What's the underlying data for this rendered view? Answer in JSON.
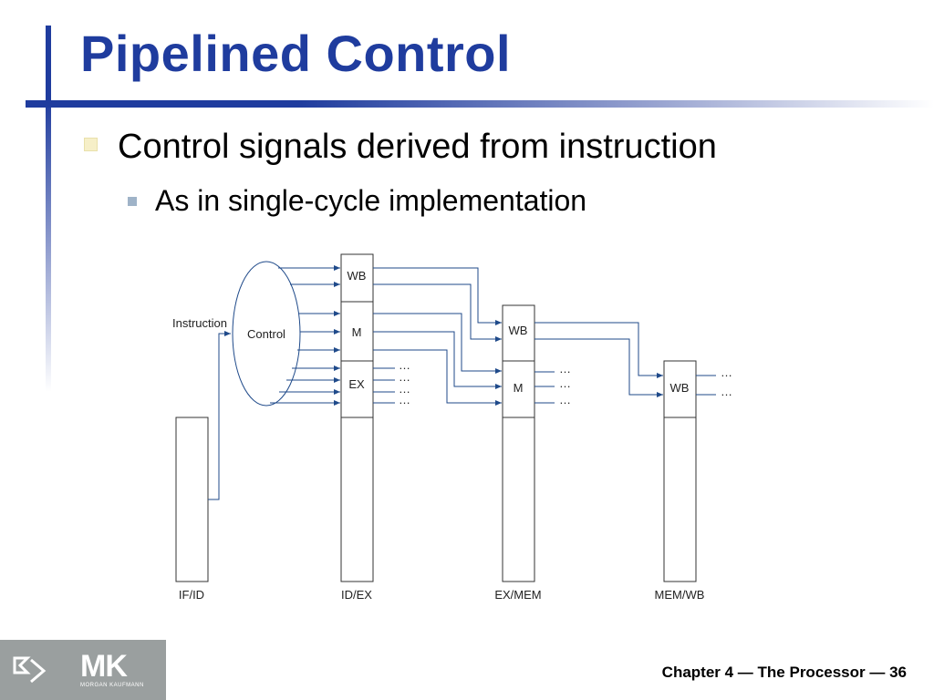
{
  "slide": {
    "title": "Pipelined Control",
    "bullets": [
      "Control signals derived from instruction",
      "As in single-cycle implementation"
    ],
    "footer": "Chapter 4 — The Processor — 36"
  },
  "logo": {
    "text": "MK",
    "subtext": "MORGAN KAUFMANN"
  },
  "diagram": {
    "instruction_label": "Instruction",
    "control_label": "Control",
    "registers": [
      "IF/ID",
      "ID/EX",
      "EX/MEM",
      "MEM/WB"
    ],
    "id_ex_fields": [
      "WB",
      "M",
      "EX"
    ],
    "ex_mem_fields": [
      "WB",
      "M"
    ],
    "mem_wb_fields": [
      "WB"
    ],
    "ellipsis": "…"
  }
}
